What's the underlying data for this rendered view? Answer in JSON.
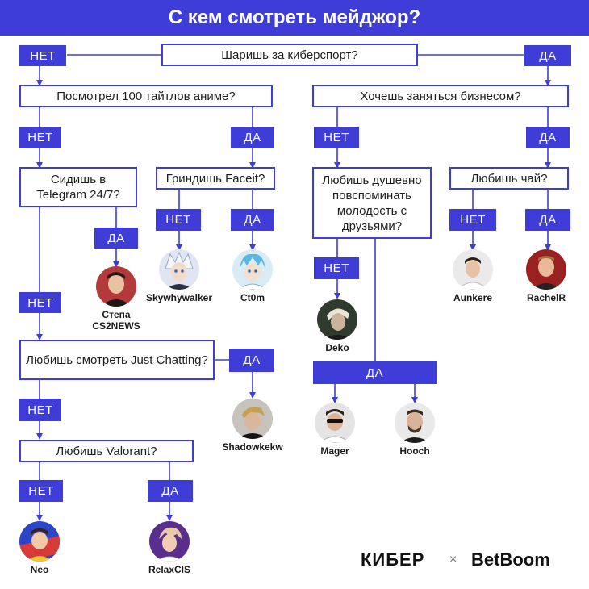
{
  "title": "С кем смотреть мейджор?",
  "answers": {
    "yes": "ДА",
    "no": "НЕТ"
  },
  "questions": {
    "q1": "Шаришь за киберспорт?",
    "q2": "Посмотрел 100 тайтлов аниме?",
    "q3": "Хочешь заняться бизнесом?",
    "q4": "Сидишь в Telegram 24/7?",
    "q5": "Гриндишь Faceit?",
    "q6": "Любишь душевно повспоминать молодость с друзьями?",
    "q7": "Любишь чай?",
    "q8": "Любишь смотреть Just Chatting?",
    "q9": "Любишь Valorant?"
  },
  "people": {
    "stepa": "Степа CS2NEWS",
    "skywhywalker": "Skywhywalker",
    "ct0m": "Ct0m",
    "deko": "Deko",
    "aunkere": "Aunkere",
    "rachelr": "RachelR",
    "shadowkekw": "Shadowkekw",
    "mager": "Mager",
    "hooch": "Hooch",
    "neo": "Neo",
    "relaxcis": "RelaxCIS"
  },
  "colors": {
    "accent": "#3f3dd8"
  },
  "footer": {
    "brand1": "КИБЕР",
    "separator": "×",
    "brand2": "BetBoom"
  }
}
